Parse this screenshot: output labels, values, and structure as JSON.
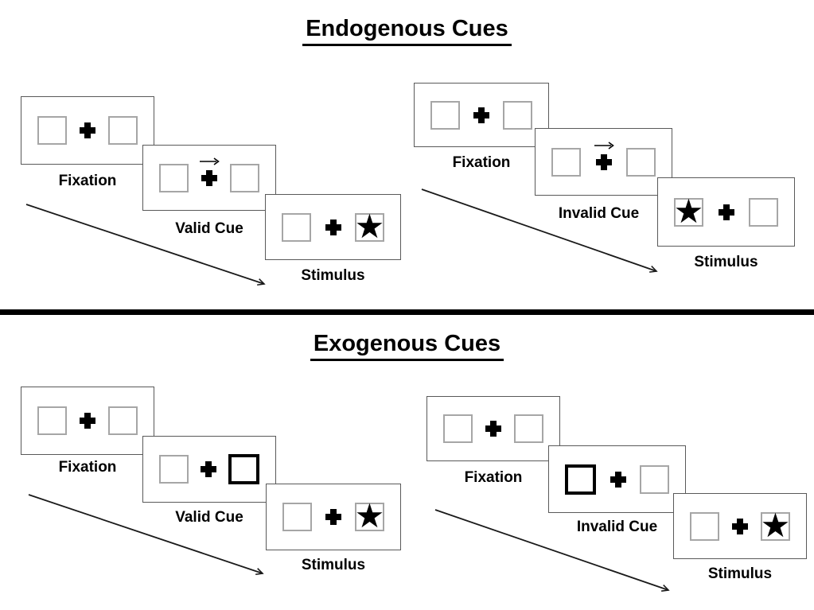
{
  "diagram": {
    "kind": "Posner attention cueing task schematic",
    "sections": [
      {
        "title": "Endogenous Cues",
        "groups": [
          {
            "name": "valid-trial",
            "panels": [
              {
                "label": "Fixation",
                "left_box": "empty",
                "center": "fixation cross",
                "right_box": "empty"
              },
              {
                "label": "Valid Cue",
                "left_box": "empty",
                "center": "fixation cross with right-pointing arrow above",
                "right_box": "empty"
              },
              {
                "label": "Stimulus",
                "left_box": "empty",
                "center": "fixation cross",
                "right_box": "star"
              }
            ]
          },
          {
            "name": "invalid-trial",
            "panels": [
              {
                "label": "Fixation",
                "left_box": "empty",
                "center": "fixation cross",
                "right_box": "empty"
              },
              {
                "label": "Invalid Cue",
                "left_box": "empty",
                "center": "fixation cross with right-pointing arrow above",
                "right_box": "empty"
              },
              {
                "label": "Stimulus",
                "left_box": "star",
                "center": "fixation cross",
                "right_box": "empty"
              }
            ]
          }
        ]
      },
      {
        "title": "Exogenous Cues",
        "groups": [
          {
            "name": "valid-trial",
            "panels": [
              {
                "label": "Fixation",
                "left_box": "empty",
                "center": "fixation cross",
                "right_box": "empty"
              },
              {
                "label": "Valid Cue",
                "left_box": "empty",
                "center": "fixation cross",
                "right_box": "highlighted box with thick black border"
              },
              {
                "label": "Stimulus",
                "left_box": "empty",
                "center": "fixation cross",
                "right_box": "star"
              }
            ]
          },
          {
            "name": "invalid-trial",
            "panels": [
              {
                "label": "Fixation",
                "left_box": "empty",
                "center": "fixation cross",
                "right_box": "empty"
              },
              {
                "label": "Invalid Cue",
                "left_box": "highlighted box with thick black border",
                "center": "fixation cross",
                "right_box": "empty"
              },
              {
                "label": "Stimulus",
                "left_box": "empty",
                "center": "fixation cross",
                "right_box": "star"
              }
            ]
          }
        ]
      }
    ]
  },
  "glyphs": {
    "star": "★"
  },
  "colors": {
    "ink": "#000000",
    "panel_border": "#595959",
    "box_border": "#a6a6a6",
    "background": "#ffffff"
  }
}
